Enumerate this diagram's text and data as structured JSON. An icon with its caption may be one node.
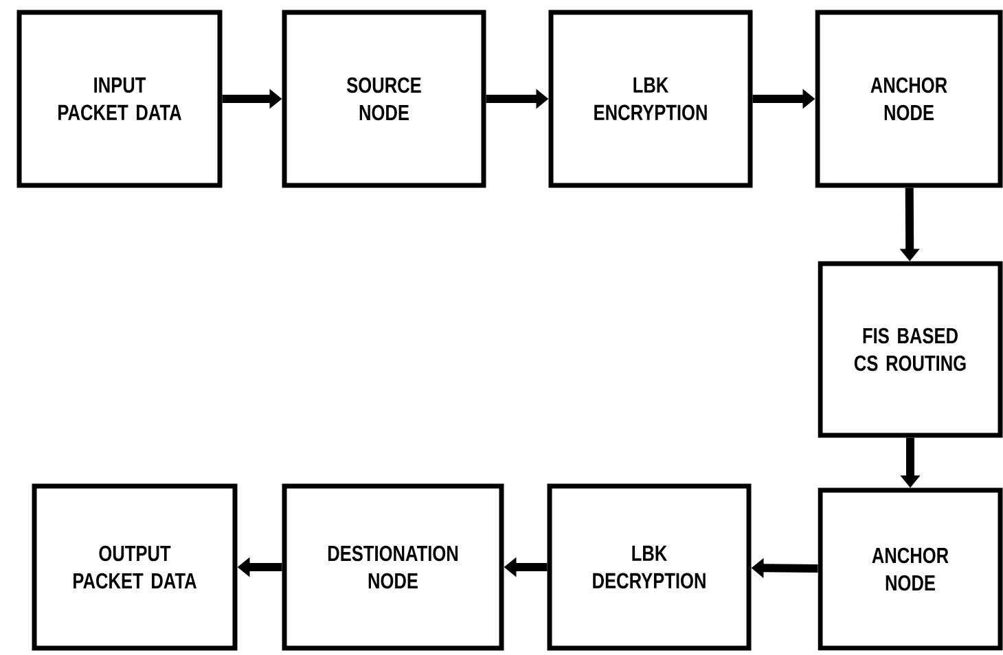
{
  "diagram": {
    "nodes": [
      {
        "text": [
          "INPUT PACKET DATA"
        ]
      },
      {
        "text": [
          "SOURCE NODE"
        ]
      },
      {
        "text": [
          "LBK ENCRYPTION"
        ]
      },
      {
        "text": [
          "ANCHOR NODE"
        ]
      },
      {
        "text": [
          "FIS BASED CS ROUTING"
        ]
      },
      {
        "text": [
          "ANCHOR NODE"
        ]
      },
      {
        "text": [
          "LBK DECRYPTION"
        ]
      },
      {
        "text": [
          "DESTIONATION NODE"
        ]
      },
      {
        "text": [
          "OUTPUT PACKET DATA"
        ]
      }
    ],
    "edges": [
      {
        "from": 0,
        "to": 1,
        "arrow": "to"
      },
      {
        "from": 1,
        "to": 2,
        "arrow": "to"
      },
      {
        "from": 2,
        "to": 3,
        "arrow": "to"
      },
      {
        "from": 3,
        "to": 4,
        "arrow": "to"
      },
      {
        "from": 4,
        "to": 5,
        "arrow": "to"
      },
      {
        "from": 5,
        "to": 6,
        "arrow": "to"
      },
      {
        "from": 6,
        "to": 7,
        "arrow": "to"
      },
      {
        "from": 7,
        "to": 8,
        "arrow": "to"
      }
    ]
  }
}
